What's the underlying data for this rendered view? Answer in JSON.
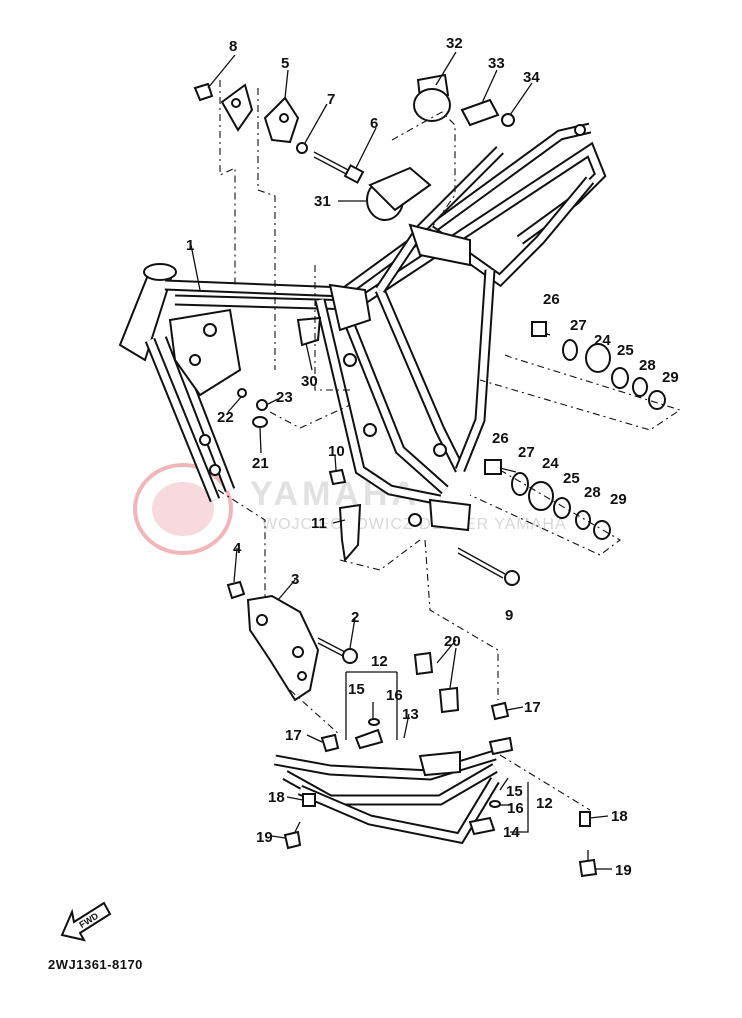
{
  "diagram": {
    "part_code": "2WJ1361-8170",
    "fwd_label": "FWD",
    "watermark": {
      "brand": "YAMAHA",
      "subtitle": "WOJCIECHOWICZ DEALER YAMAHA"
    },
    "callouts": [
      {
        "id": "c8",
        "text": "8"
      },
      {
        "id": "c5",
        "text": "5"
      },
      {
        "id": "c7",
        "text": "7"
      },
      {
        "id": "c6",
        "text": "6"
      },
      {
        "id": "c32",
        "text": "32"
      },
      {
        "id": "c33",
        "text": "33"
      },
      {
        "id": "c34",
        "text": "34"
      },
      {
        "id": "c31",
        "text": "31"
      },
      {
        "id": "c1",
        "text": "1"
      },
      {
        "id": "c30",
        "text": "30"
      },
      {
        "id": "c22",
        "text": "22"
      },
      {
        "id": "c23",
        "text": "23"
      },
      {
        "id": "c21",
        "text": "21"
      },
      {
        "id": "c26a",
        "text": "26"
      },
      {
        "id": "c27a",
        "text": "27"
      },
      {
        "id": "c24a",
        "text": "24"
      },
      {
        "id": "c25a",
        "text": "25"
      },
      {
        "id": "c28a",
        "text": "28"
      },
      {
        "id": "c29a",
        "text": "29"
      },
      {
        "id": "c26b",
        "text": "26"
      },
      {
        "id": "c27b",
        "text": "27"
      },
      {
        "id": "c24b",
        "text": "24"
      },
      {
        "id": "c25b",
        "text": "25"
      },
      {
        "id": "c28b",
        "text": "28"
      },
      {
        "id": "c29b",
        "text": "29"
      },
      {
        "id": "c10",
        "text": "10"
      },
      {
        "id": "c11",
        "text": "11"
      },
      {
        "id": "c9",
        "text": "9"
      },
      {
        "id": "c4",
        "text": "4"
      },
      {
        "id": "c3",
        "text": "3"
      },
      {
        "id": "c2",
        "text": "2"
      },
      {
        "id": "c20",
        "text": "20"
      },
      {
        "id": "c12a",
        "text": "12"
      },
      {
        "id": "c15a",
        "text": "15"
      },
      {
        "id": "c16a",
        "text": "16"
      },
      {
        "id": "c13",
        "text": "13"
      },
      {
        "id": "c17a",
        "text": "17"
      },
      {
        "id": "c17b",
        "text": "17"
      },
      {
        "id": "c18a",
        "text": "18"
      },
      {
        "id": "c19a",
        "text": "19"
      },
      {
        "id": "c15b",
        "text": "15"
      },
      {
        "id": "c16b",
        "text": "16"
      },
      {
        "id": "c12b",
        "text": "12"
      },
      {
        "id": "c14",
        "text": "14"
      },
      {
        "id": "c18b",
        "text": "18"
      },
      {
        "id": "c19b",
        "text": "19"
      }
    ]
  }
}
